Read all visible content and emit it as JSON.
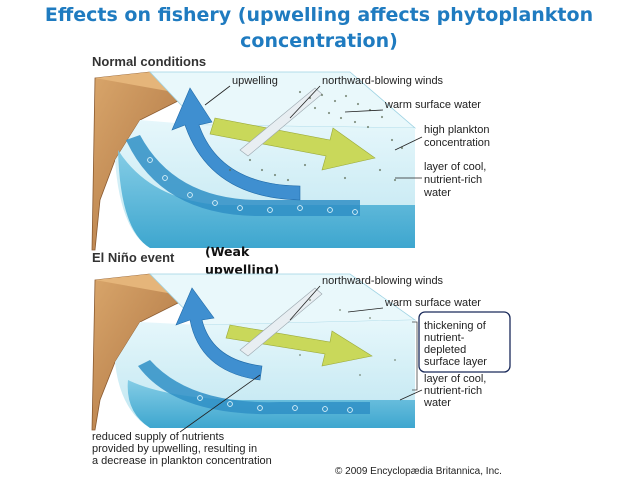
{
  "title": {
    "line1": "Effects on fishery (upwelling affects phytoplankton",
    "line2": "concentration)"
  },
  "normal": {
    "heading": "Normal conditions",
    "upwelling": "upwelling",
    "winds": "northward-blowing winds",
    "warm": "warm surface water",
    "plankton": [
      "high plankton",
      "concentration"
    ],
    "cool": [
      "layer of cool,",
      "nutrient-rich",
      "water"
    ]
  },
  "elnino": {
    "heading": "El Niño event",
    "callout": [
      "(Weak",
      "upwelling)"
    ],
    "winds": "northward-blowing winds",
    "warm": "warm surface water",
    "thickening": [
      "thickening of",
      "nutrient-",
      "depleted",
      "surface layer"
    ],
    "cool": [
      "layer of cool,",
      "nutrient-rich",
      "water"
    ],
    "reduced": [
      "reduced supply of nutrients",
      "provided by upwelling, resulting in",
      "a decrease in plankton concentration"
    ]
  },
  "copyright": "© 2009 Encyclopædia Britannica, Inc.",
  "colors": {
    "title": "#1f7bc0",
    "water_light": "#cfeef5",
    "water_dark": "#3aa9d1",
    "land": "#c9935b",
    "wind_arrow": "#c9d85a",
    "upwelling_arrow": "#3f8fd0"
  }
}
